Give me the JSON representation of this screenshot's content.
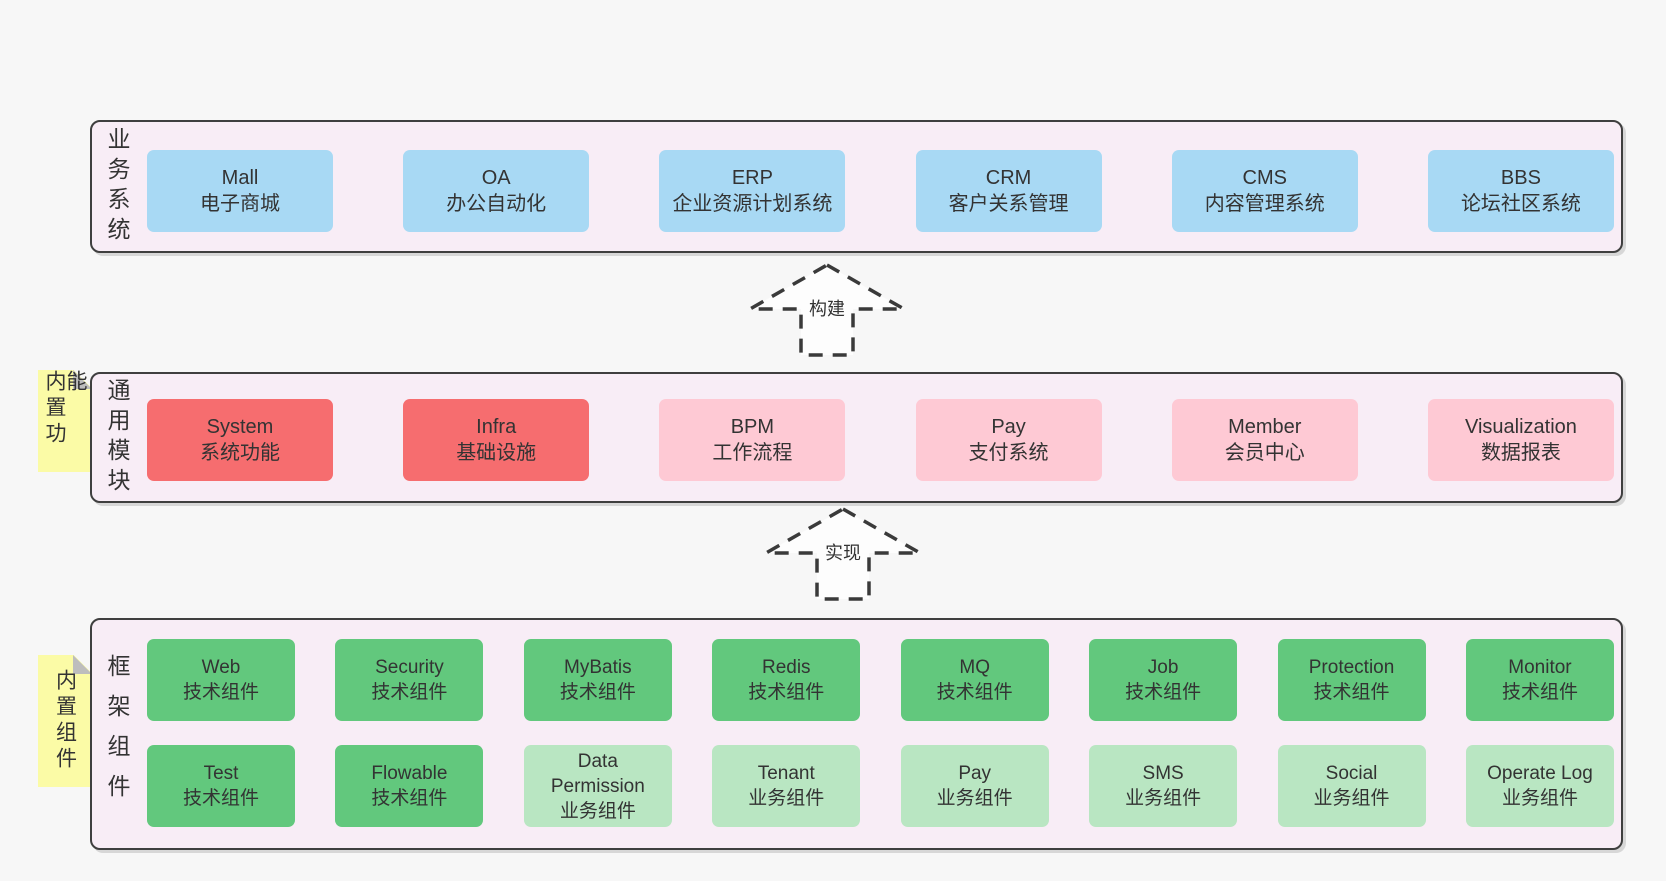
{
  "colors": {
    "page_bg": "#f7f7f7",
    "band_bg": "#f8edf6",
    "band_border": "#3f3f3f",
    "box_blue": "#a8d9f4",
    "box_red": "#f66d6f",
    "box_pink": "#fec9d4",
    "box_green": "#62c87d",
    "box_green_light": "#b9e6c2",
    "sticky_yellow": "#fbfba6",
    "text": "#333333"
  },
  "bands": {
    "business": {
      "label": "业务系统",
      "boxes": [
        {
          "en": "Mall",
          "zh": "电子商城"
        },
        {
          "en": "OA",
          "zh": "办公自动化"
        },
        {
          "en": "ERP",
          "zh": "企业资源计划系统"
        },
        {
          "en": "CRM",
          "zh": "客户关系管理"
        },
        {
          "en": "CMS",
          "zh": "内容管理系统"
        },
        {
          "en": "BBS",
          "zh": "论坛社区系统"
        }
      ]
    },
    "modules": {
      "label": "通用模块",
      "sticky": "内置功能",
      "boxes": [
        {
          "en": "System",
          "zh": "系统功能"
        },
        {
          "en": "Infra",
          "zh": "基础设施"
        },
        {
          "en": "BPM",
          "zh": "工作流程"
        },
        {
          "en": "Pay",
          "zh": "支付系统"
        },
        {
          "en": "Member",
          "zh": "会员中心"
        },
        {
          "en": "Visualization",
          "zh": "数据报表"
        }
      ]
    },
    "framework": {
      "label": "框架组件",
      "sticky": "内置组件",
      "row1": [
        {
          "en": "Web",
          "zh": "技术组件"
        },
        {
          "en": "Security",
          "zh": "技术组件"
        },
        {
          "en": "MyBatis",
          "zh": "技术组件"
        },
        {
          "en": "Redis",
          "zh": "技术组件"
        },
        {
          "en": "MQ",
          "zh": "技术组件"
        },
        {
          "en": "Job",
          "zh": "技术组件"
        },
        {
          "en": "Protection",
          "zh": "技术组件"
        },
        {
          "en": "Monitor",
          "zh": "技术组件"
        }
      ],
      "row2": [
        {
          "en": "Test",
          "zh": "技术组件"
        },
        {
          "en": "Flowable",
          "zh": "技术组件"
        },
        {
          "en": "Data Permission",
          "zh": "业务组件"
        },
        {
          "en": "Tenant",
          "zh": "业务组件"
        },
        {
          "en": "Pay",
          "zh": "业务组件"
        },
        {
          "en": "SMS",
          "zh": "业务组件"
        },
        {
          "en": "Social",
          "zh": "业务组件"
        },
        {
          "en": "Operate Log",
          "zh": "业务组件"
        }
      ]
    }
  },
  "arrows": {
    "build": {
      "label": "构建"
    },
    "implement": {
      "label": "实现"
    }
  }
}
